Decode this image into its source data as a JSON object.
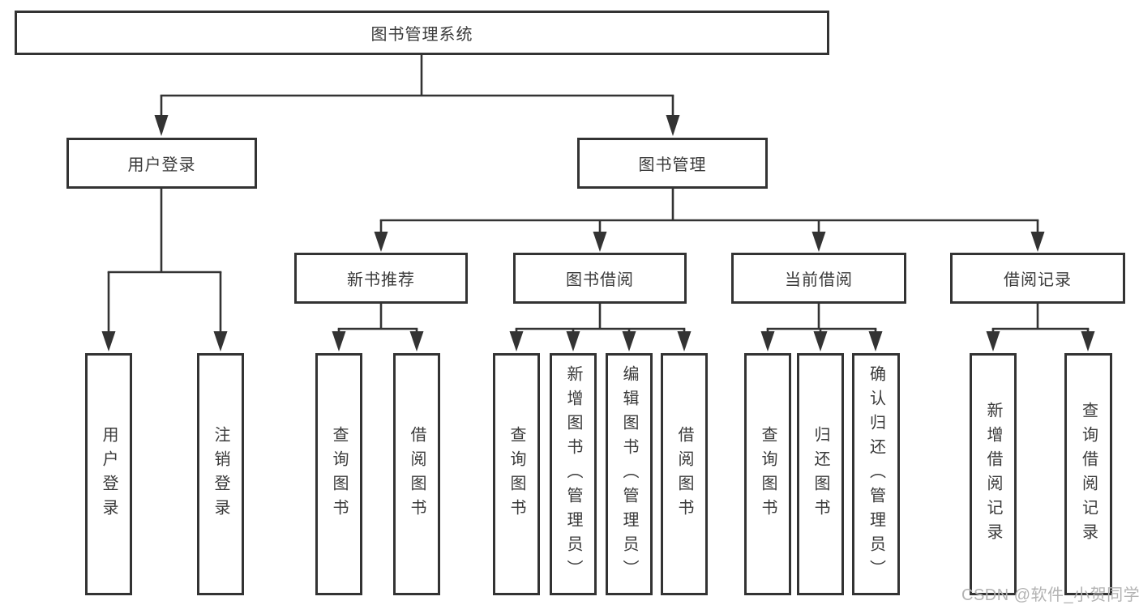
{
  "diagram": {
    "root": {
      "label": "图书管理系统"
    },
    "level2": [
      {
        "label": "用户登录"
      },
      {
        "label": "图书管理"
      }
    ],
    "level3": [
      {
        "label": "新书推荐"
      },
      {
        "label": "图书借阅"
      },
      {
        "label": "当前借阅"
      },
      {
        "label": "借阅记录"
      }
    ],
    "leaves": {
      "user_login": [
        "用户登录",
        "注销登录"
      ],
      "new_book_rec": [
        "查询图书",
        "借阅图书"
      ],
      "book_borrow": [
        "查询图书",
        "新增图书（管理员）",
        "编辑图书（管理员）",
        "借阅图书"
      ],
      "current_borrow": [
        "查询图书",
        "归还图书",
        "确认归还（管理员）"
      ],
      "borrow_records": [
        "新增借阅记录",
        "查询借阅记录"
      ]
    }
  },
  "watermark": {
    "text": "CSDN @软件_小贺同学"
  },
  "colors": {
    "line": "#333333",
    "text": "#3a3a3a",
    "watermark": "#b3b3b3",
    "background": "#ffffff"
  }
}
